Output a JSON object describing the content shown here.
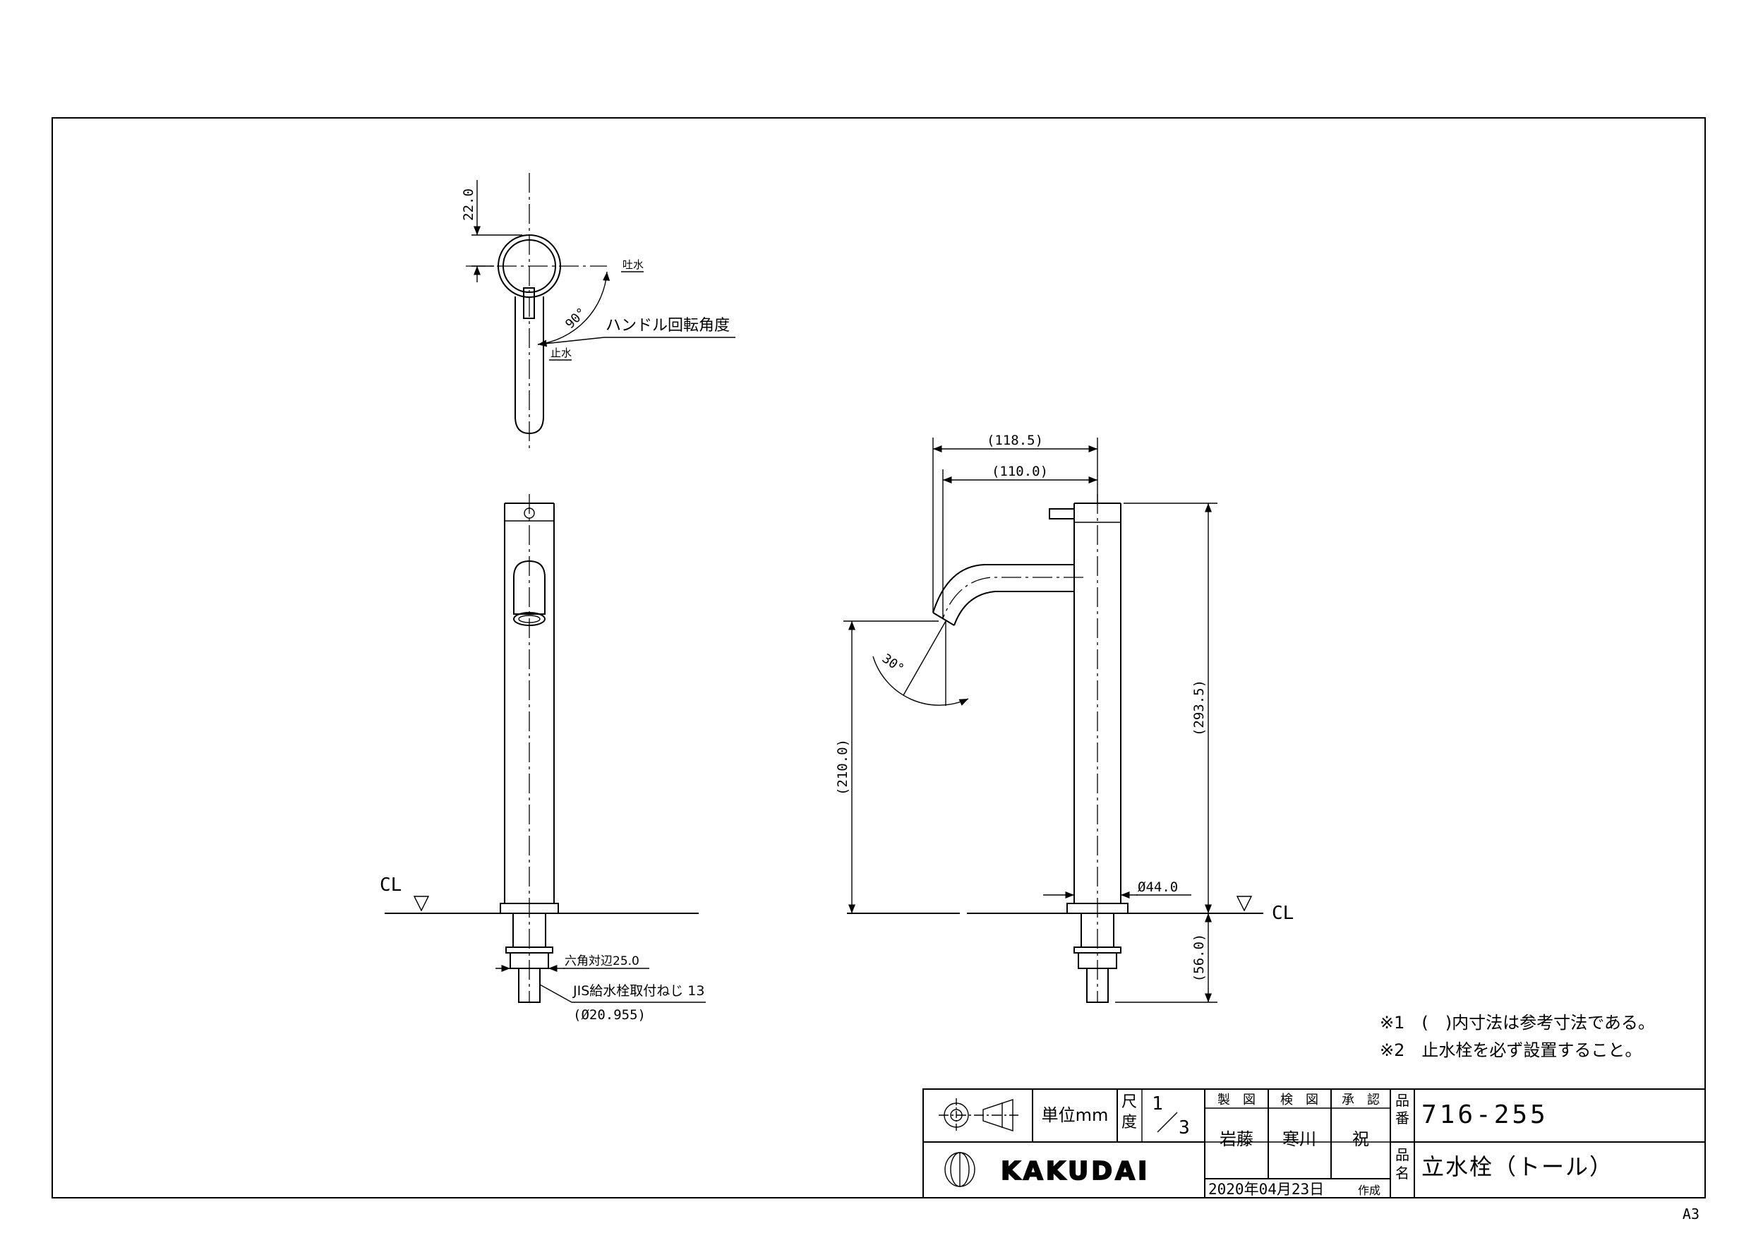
{
  "paper_size": "A3",
  "top_view": {
    "dim_top": "22.0",
    "label_outlet": "吐水",
    "label_stop": "止水",
    "angle": "90°",
    "handle_note": "ハンドル回転角度"
  },
  "front_view": {
    "cl_label": "CL",
    "hex_note": "六角対辺25.0",
    "thread_note": "JIS給水栓取付ねじ 13",
    "thread_dia": "(Ø20.955)"
  },
  "side_view": {
    "dim_reach_total": "(118.5)",
    "dim_reach": "(110.0)",
    "dim_spout_height": "(210.0)",
    "dim_total_height": "(293.5)",
    "dim_body_dia": "Ø44.0",
    "dim_below_counter": "(56.0)",
    "angle": "30°",
    "cl_label": "CL"
  },
  "notes": [
    "※1　(　)内寸法は参考寸法である。",
    "※2　止水栓を必ず設置すること。"
  ],
  "title_block": {
    "unit_label": "単位mm",
    "scale_label_1": "尺",
    "scale_label_2": "度",
    "scale_num": "1",
    "scale_den": "3",
    "drawn_label": "製　図",
    "checked_label": "検　図",
    "approved_label": "承　認",
    "drawn_by": "岩藤",
    "checked_by": "寒川",
    "approved_by": "祝",
    "part_no_label_1": "品",
    "part_no_label_2": "番",
    "part_no": "716-255",
    "part_name_label_1": "品",
    "part_name_label_2": "名",
    "part_name": "立水栓（トール）",
    "brand": "KAKUDAI",
    "date": "2020年04月23日",
    "date_suffix": "作成"
  }
}
